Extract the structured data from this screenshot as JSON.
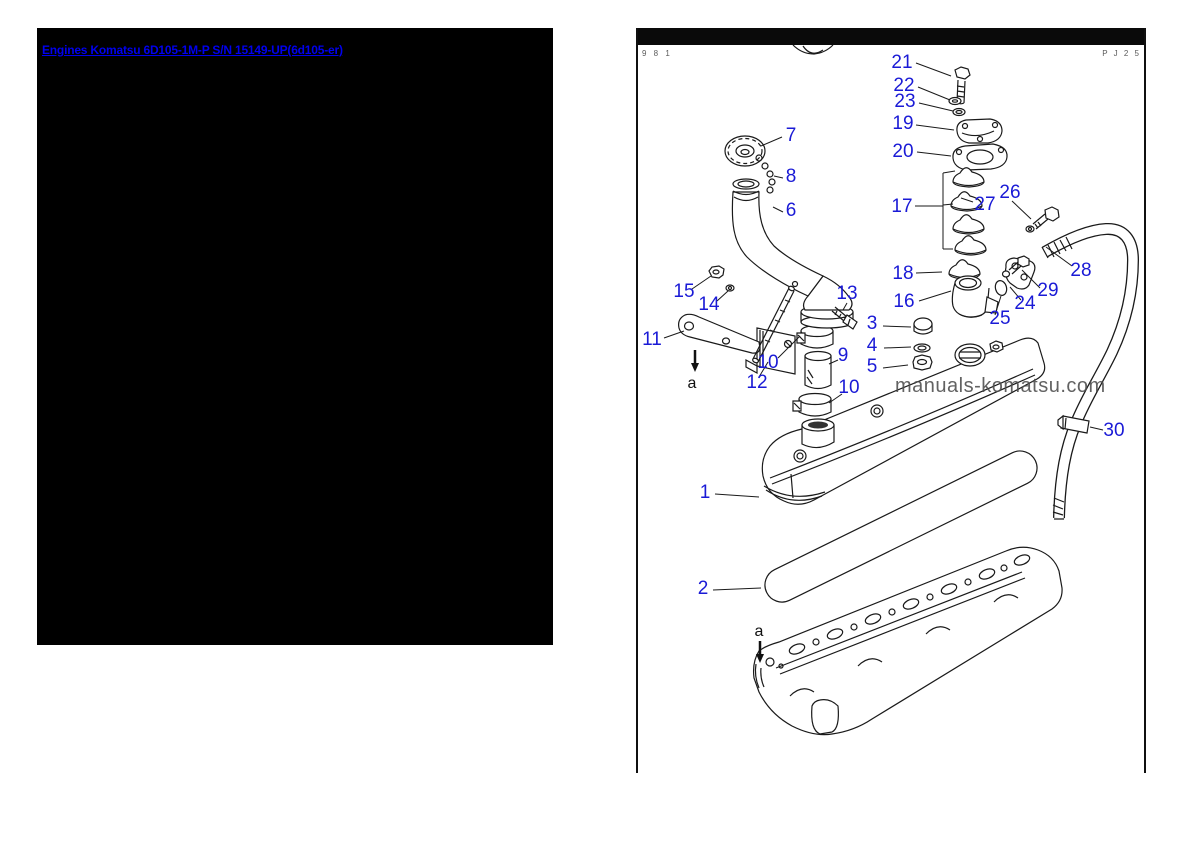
{
  "catalog_link": {
    "label": "Engines Komatsu 6D105-1M-P S/N 15149-UP(6d105-er)",
    "color": "#0000ee"
  },
  "cover_panel": {
    "background": "#000000"
  },
  "diagram_panel": {
    "page_code_left": "9 8 1",
    "page_code_right": "P J 2 5",
    "watermark": "manuals-komatsu.com",
    "callout_color": "#1a1ad6",
    "line_color": "#1a1a1a",
    "section_label": "a",
    "callouts": {
      "1": "1",
      "2": "2",
      "3": "3",
      "4": "4",
      "5": "5",
      "6": "6",
      "7": "7",
      "8": "8",
      "9": "9",
      "10": "10",
      "11": "11",
      "12": "12",
      "13": "13",
      "14": "14",
      "15": "15",
      "16": "16",
      "17": "17",
      "18": "18",
      "19": "19",
      "20": "20",
      "21": "21",
      "22": "22",
      "23": "23",
      "24": "24",
      "25": "25",
      "26": "26",
      "27": "27",
      "28": "28",
      "29": "29",
      "30": "30"
    }
  }
}
